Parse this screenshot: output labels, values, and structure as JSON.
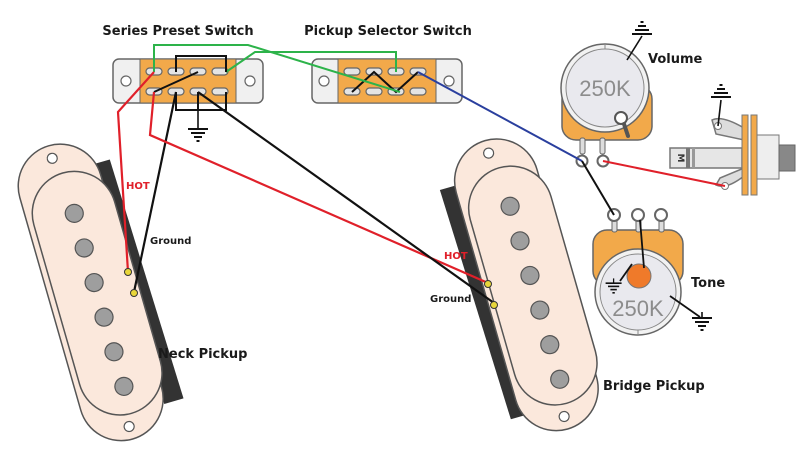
{
  "title": "Guitar wiring diagram",
  "labels": {
    "series_switch": "Series Preset Switch",
    "selector_switch": "Pickup Selector Switch",
    "volume": "Volume",
    "tone": "Tone",
    "neck_pickup": "Neck Pickup",
    "bridge_pickup": "Bridge Pickup",
    "neck_hot": "HOT",
    "neck_ground": "Ground",
    "bridge_hot": "HOT",
    "bridge_ground": "Ground",
    "volume_value": "250K",
    "tone_value": "250K",
    "jack_mark": "M"
  },
  "colors": {
    "hot_wire": "#e0202a",
    "ground_wire": "#111111",
    "green_wire": "#2db34a",
    "blue_wire": "#2a3f9e",
    "switch_body": "#f2a94a",
    "pot_body": "#f2a94a",
    "pickup_cover": "#fbe8dc",
    "tone_cap": "#ef7a2a"
  },
  "components": [
    {
      "id": "series-preset-switch",
      "type": "4PDT switch"
    },
    {
      "id": "pickup-selector-switch",
      "type": "3-way switch"
    },
    {
      "id": "volume-pot",
      "type": "potentiometer",
      "value": "250K"
    },
    {
      "id": "tone-pot",
      "type": "potentiometer",
      "value": "250K"
    },
    {
      "id": "output-jack",
      "type": "mono jack"
    },
    {
      "id": "neck-pickup",
      "type": "single-coil"
    },
    {
      "id": "bridge-pickup",
      "type": "single-coil"
    }
  ]
}
